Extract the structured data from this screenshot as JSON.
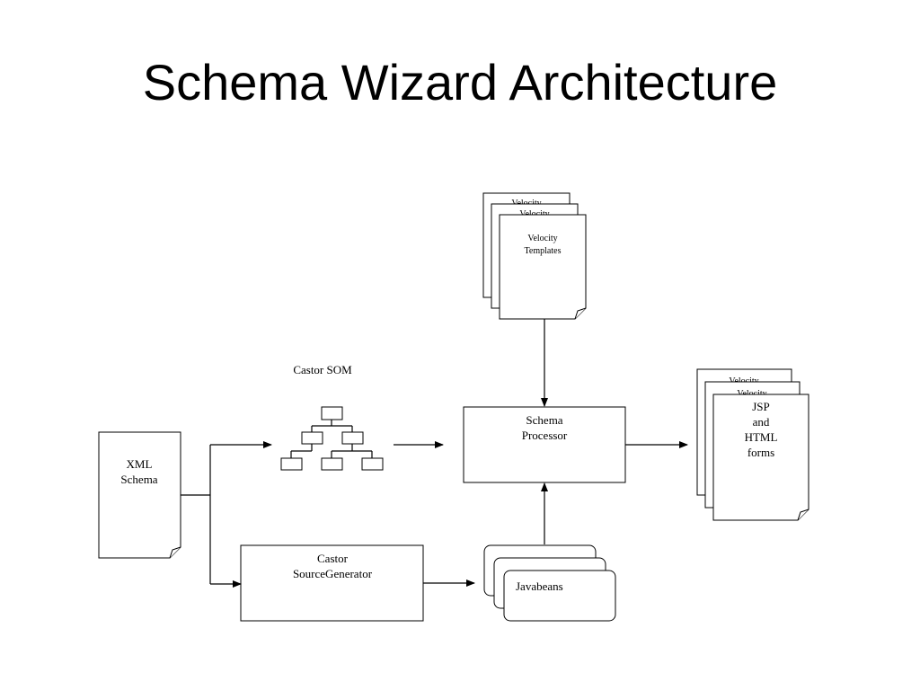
{
  "slide": {
    "title": "Schema Wizard Architecture"
  },
  "nodes": {
    "xml_schema": [
      "XML",
      "Schema"
    ],
    "castor_som": "Castor SOM",
    "velocity_templates": [
      "Velocity",
      "Templates"
    ],
    "velocity_back": "Velocity",
    "schema_processor": [
      "Schema",
      "Processor"
    ],
    "output_forms": [
      "JSP",
      "and",
      "HTML",
      "forms"
    ],
    "castor_sourcegenerator": [
      "Castor",
      "SourceGenerator"
    ],
    "javabeans": "Javabeans",
    "javabeans_back": "Javabeans"
  },
  "colors": {
    "ink": "#000000",
    "background": "#ffffff"
  }
}
